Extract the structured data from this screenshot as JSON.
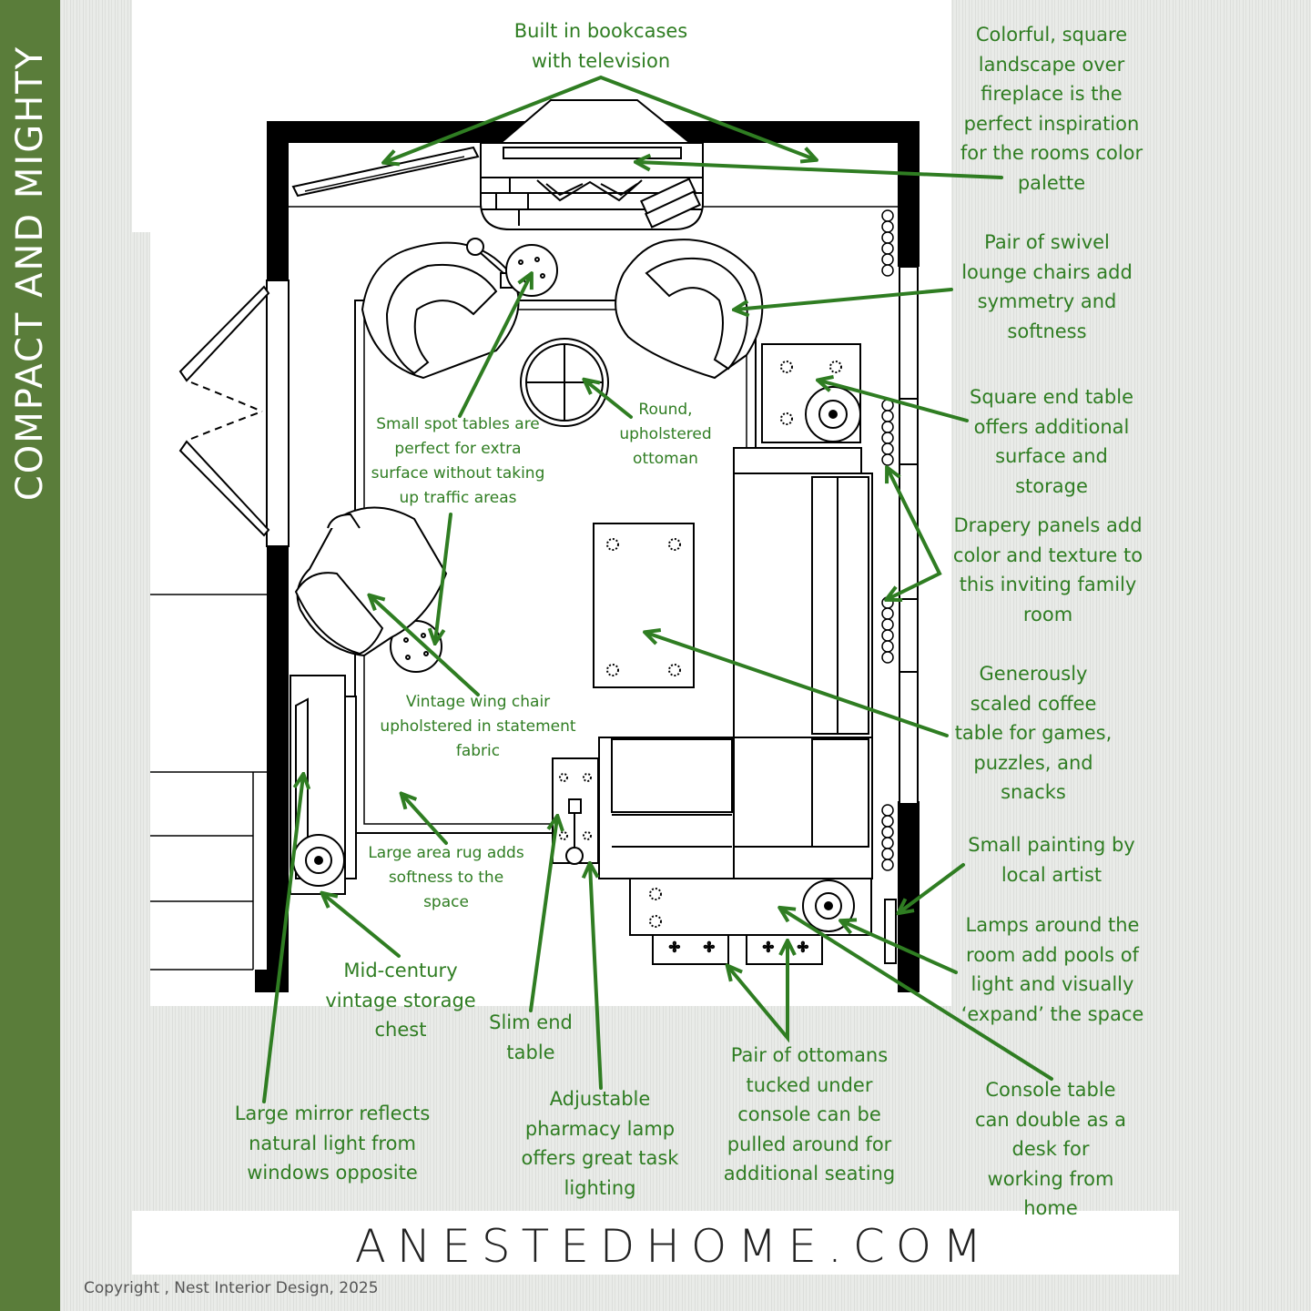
{
  "sidebar": {
    "title": "COMPACT AND MIGHTY"
  },
  "colors": {
    "accent": "#2f7d22",
    "sidebar": "#5a7d3a",
    "line": "#000000"
  },
  "labels": {
    "bookcases": "Built in bookcases\nwith television",
    "landscape": "Colorful, square\nlandscape over\nfireplace is the\nperfect inspiration\nfor the rooms color\npalette",
    "swivel": "Pair of swivel\nlounge chairs add\nsymmetry and\nsoftness",
    "square_table": "Square end table\noffers additional\nsurface and\nstorage",
    "drapery": "Drapery panels add\ncolor and texture to\nthis inviting family\nroom",
    "coffee_table": "Generously\nscaled coffee\ntable for games,\npuzzles, and\nsnacks",
    "painting": "Small painting by\nlocal artist",
    "lamps": "Lamps around the\nroom add pools of\nlight and visually\n‘expand’ the space",
    "console": "Console table\ncan double as a\ndesk for\nworking from\nhome",
    "ottomans": "Pair of ottomans\ntucked under\nconsole can be\npulled around for\nadditional seating",
    "pharmacy_lamp": "Adjustable\npharmacy lamp\noffers great task\nlighting",
    "slim_table": "Slim end\ntable",
    "storage_chest": "Mid-century\nvintage storage\nchest",
    "mirror": "Large mirror reflects\nnatural light from\nwindows opposite",
    "spot_tables": "Small spot tables are\nperfect for extra\nsurface without taking\nup traffic areas",
    "ottoman_round": "Round,\nupholstered\nottoman",
    "wing_chair": "Vintage wing chair\nupholstered in statement\nfabric",
    "area_rug": "Large area rug adds\nsoftness to the\nspace"
  },
  "footer": {
    "brand": "ANESTEDHOME.COM",
    "copyright": "Copyright    , Nest Interior Design, 2025"
  }
}
